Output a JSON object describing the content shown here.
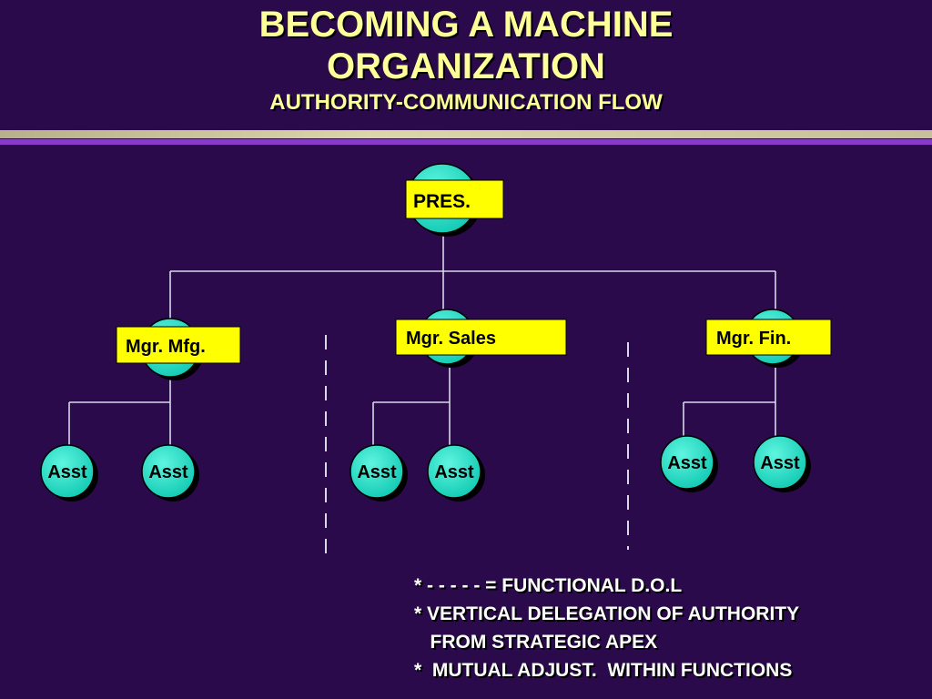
{
  "slide": {
    "title_line1": "BECOMING A MACHINE",
    "title_line2": "ORGANIZATION",
    "subtitle": "AUTHORITY-COMMUNICATION FLOW"
  },
  "diagram": {
    "president": "PRES.",
    "managers": [
      "Mgr. Mfg.",
      "Mgr. Sales",
      "Mgr. Fin."
    ],
    "assistant_label": "Asst"
  },
  "notes": [
    "* - - - - - = FUNCTIONAL D.O.L",
    "* VERTICAL DELEGATION OF AUTHORITY",
    "   FROM STRATEGIC APEX",
    "*  MUTUAL ADJUST.  WITHIN FUNCTIONS"
  ],
  "colors": {
    "background": "#2a0a4a",
    "title": "#ffff99",
    "node_circle": "#1fe0c8",
    "label_box": "#ffff00",
    "connector": "#d8d8e8"
  }
}
